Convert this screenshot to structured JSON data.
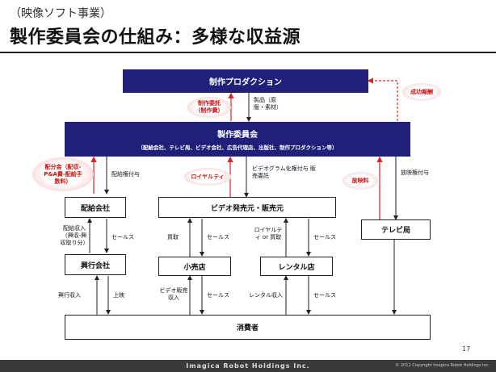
{
  "header": {
    "subtitle": "（映像ソフト事業）",
    "title": "製作委員会の仕組み：多様な収益源"
  },
  "boxes": {
    "production": "制作プロダクション",
    "committee_title": "製作委員会",
    "committee_members": "（配給会社、テレビ局、ビデオ会社、広告代理店、出版社、制作プロダクション等）",
    "distributor": "配給会社",
    "video_vendor": "ビデオ発売元・販売元",
    "tv_station": "テレビ局",
    "theater": "興行会社",
    "retailer": "小売店",
    "rental": "レンタル店",
    "consumer": "消費者"
  },
  "red_labels": {
    "production_fee": "制作委託（制作費）",
    "success_reward": "成功報酬",
    "distribution_share": "配分金（配収-P&A費-配給手数料）",
    "royalty": "ロイヤルティ",
    "broadcast_fee": "放映料"
  },
  "flow_labels": {
    "product": "製品（原版・素材）",
    "distribution_rights": "配給権付与",
    "videogram_rights": "ビデオグラム化権付与 販売委託",
    "broadcast_rights": "放映権付与",
    "distribution_income": "配給収入（興収-興収取り分）",
    "sales_to_theater": "セールス",
    "purchase_1": "買取",
    "sales_1": "セールス",
    "royalty_or_purchase": "ロイヤルティ or 買取",
    "sales_2": "セールス",
    "box_office_income": "興行収入",
    "screening": "上映",
    "video_sales_income": "ビデオ販売収入",
    "sales_3": "セールス",
    "rental_income": "レンタル収入",
    "sales_4": "セールス"
  },
  "footer": {
    "brand": "Imagica Robot Holdings Inc.",
    "copyright": "© 2011 Copyright Imagica Robot Holdings Inc.",
    "page": "17"
  },
  "colors": {
    "navy": "#20207a",
    "red": "#cc1111",
    "footer": "#3a3a3a"
  }
}
